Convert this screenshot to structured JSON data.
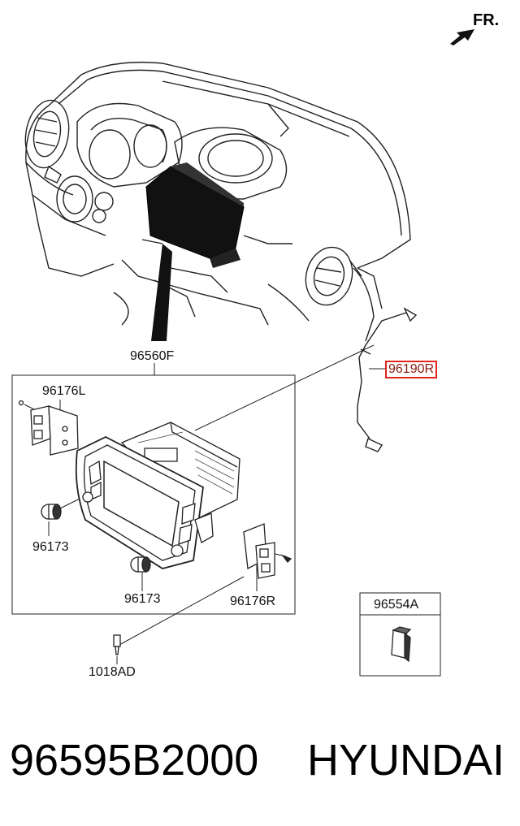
{
  "orientation": {
    "label": "FR."
  },
  "parts": {
    "display_unit": "96560F",
    "bracket_left": "96176L",
    "bracket_right": "96176R",
    "knob_upper": "96173",
    "knob_lower": "96173",
    "antenna_cable": "96190R",
    "sd_card": "96554A",
    "screw": "1018AD"
  },
  "highlight_color": "#e0261b",
  "footer": {
    "part_number": "96595B2000",
    "brand": "HYUNDAI"
  }
}
